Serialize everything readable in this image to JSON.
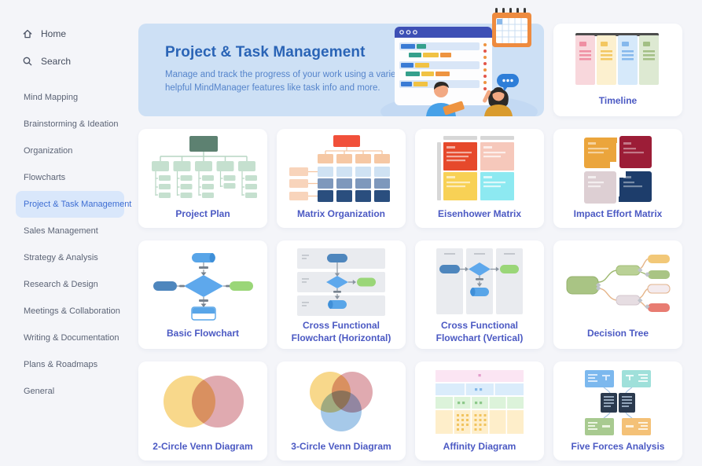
{
  "sidebar": {
    "home_label": "Home",
    "search_label": "Search",
    "categories": [
      "Mind Mapping",
      "Brainstorming & Ideation",
      "Organization",
      "Flowcharts",
      "Project & Task Management",
      "Sales Management",
      "Strategy & Analysis",
      "Research & Design",
      "Meetings & Collaboration",
      "Writing & Documentation",
      "Plans & Roadmaps",
      "General"
    ],
    "selected_category": "Project & Task Management"
  },
  "hero": {
    "title": "Project & Task Management",
    "description": "Manage and track the progress of your work using a variety of helpful MindManager features like task info and more."
  },
  "cards": [
    {
      "label": "Timeline"
    },
    {
      "label": "Project Plan"
    },
    {
      "label": "Matrix Organization"
    },
    {
      "label": "Eisenhower Matrix"
    },
    {
      "label": "Impact Effort Matrix"
    },
    {
      "label": "Basic Flowchart"
    },
    {
      "label": "Cross Functional Flowchart (Horizontal)"
    },
    {
      "label": "Cross Functional Flowchart (Vertical)"
    },
    {
      "label": "Decision Tree"
    },
    {
      "label": "2-Circle Venn Diagram"
    },
    {
      "label": "3-Circle Venn Diagram"
    },
    {
      "label": "Affinity Diagram"
    },
    {
      "label": "Five Forces Analysis"
    }
  ],
  "icons": {
    "home": "house-icon",
    "search": "magnifier-icon"
  },
  "colors": {
    "page_bg": "#f4f5f9",
    "hero_bg": "#cde0f5",
    "hero_title": "#2a64b6",
    "hero_text": "#5584cb",
    "card_label": "#4b59c3",
    "sidebar_text": "#5c6476",
    "sidebar_selected_bg": "#d9e7fb",
    "sidebar_selected_text": "#3e6ed3"
  }
}
